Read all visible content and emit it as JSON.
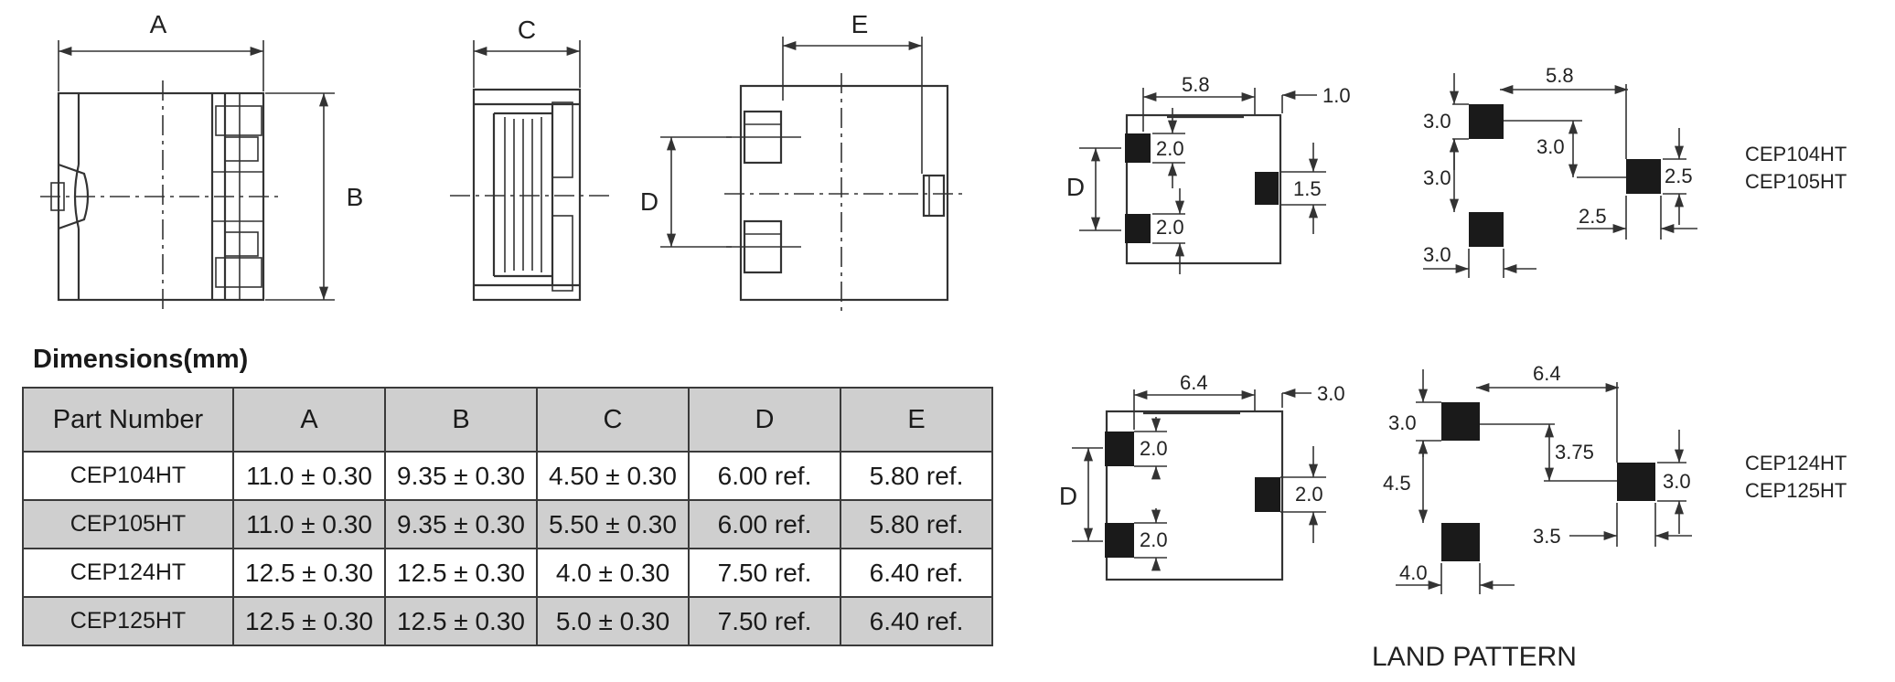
{
  "views": {
    "label_a": "A",
    "label_b": "B",
    "label_c": "C",
    "label_d": "D",
    "label_e": "E"
  },
  "land_pattern": {
    "title": "LAND PATTERN",
    "group1": {
      "parts": [
        "CEP104HT",
        "CEP105HT"
      ],
      "footprint": {
        "label_d": "D",
        "width": "5.8",
        "gap": "1.0",
        "pad_a": "2.0",
        "pad_b": "2.0",
        "pad_c": "1.5"
      },
      "land": {
        "width": "5.8",
        "pad_top": "3.0",
        "offset": "3.0",
        "pitch": "3.0",
        "pad_right": "2.5",
        "pad_right_w": "2.5",
        "pad_bottom_w": "3.0"
      }
    },
    "group2": {
      "parts": [
        "CEP124HT",
        "CEP125HT"
      ],
      "footprint": {
        "label_d": "D",
        "width": "6.4",
        "gap": "3.0",
        "pad_a": "2.0",
        "pad_b": "2.0",
        "pad_c": "2.0"
      },
      "land": {
        "width": "6.4",
        "pad_top": "3.0",
        "offset": "3.75",
        "pitch": "4.5",
        "pad_right": "3.0",
        "pad_right_w": "3.5",
        "pad_bottom_w": "4.0"
      }
    }
  },
  "dimensions": {
    "title": "Dimensions(mm)",
    "headers": [
      "Part Number",
      "A",
      "B",
      "C",
      "D",
      "E"
    ],
    "rows": [
      [
        "CEP104HT",
        "11.0 ± 0.30",
        "9.35 ± 0.30",
        "4.50 ± 0.30",
        "6.00 ref.",
        "5.80 ref."
      ],
      [
        "CEP105HT",
        "11.0 ± 0.30",
        "9.35 ± 0.30",
        "5.50 ± 0.30",
        "6.00 ref.",
        "5.80 ref."
      ],
      [
        "CEP124HT",
        "12.5 ± 0.30",
        "12.5 ± 0.30",
        "4.0 ± 0.30",
        "7.50 ref.",
        "6.40 ref."
      ],
      [
        "CEP125HT",
        "12.5 ± 0.30",
        "12.5 ± 0.30",
        "5.0 ± 0.30",
        "7.50 ref.",
        "6.40 ref."
      ]
    ]
  },
  "colors": {
    "line": "#333333",
    "pad": "#1a1a1a",
    "table_shade": "#cfcfcf"
  }
}
